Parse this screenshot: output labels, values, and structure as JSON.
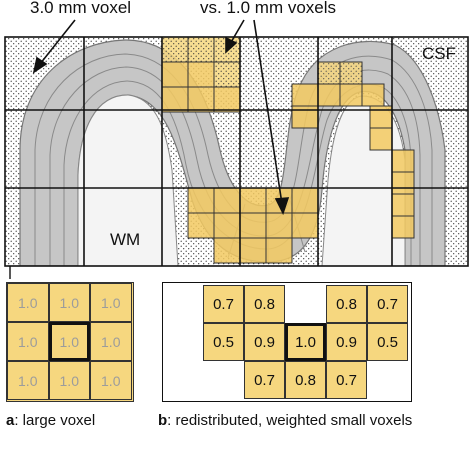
{
  "labels": {
    "voxel_large": "3.0 mm voxel",
    "versus": "vs. 1.0 mm voxels",
    "csf": "CSF",
    "wm": "WM"
  },
  "panel_a": {
    "letter": "a",
    "caption": ": large voxel",
    "values": [
      "1.0",
      "1.0",
      "1.0",
      "1.0",
      "1.0",
      "1.0",
      "1.0",
      "1.0",
      "1.0"
    ]
  },
  "panel_b": {
    "letter": "b",
    "caption": ": redistributed, weighted small voxels",
    "rows": [
      [
        "0.7",
        "0.8",
        "",
        "0.8",
        "0.7"
      ],
      [
        "0.5",
        "0.9",
        "1.0",
        "0.9",
        "0.5"
      ],
      [
        "",
        "0.7",
        "0.8",
        "0.7",
        ""
      ]
    ]
  },
  "colors": {
    "gray_matter": "#c6c6c6",
    "highlight": "#f6d77f",
    "highlight_edge": "#c9a238",
    "grid_line": "#111111"
  }
}
